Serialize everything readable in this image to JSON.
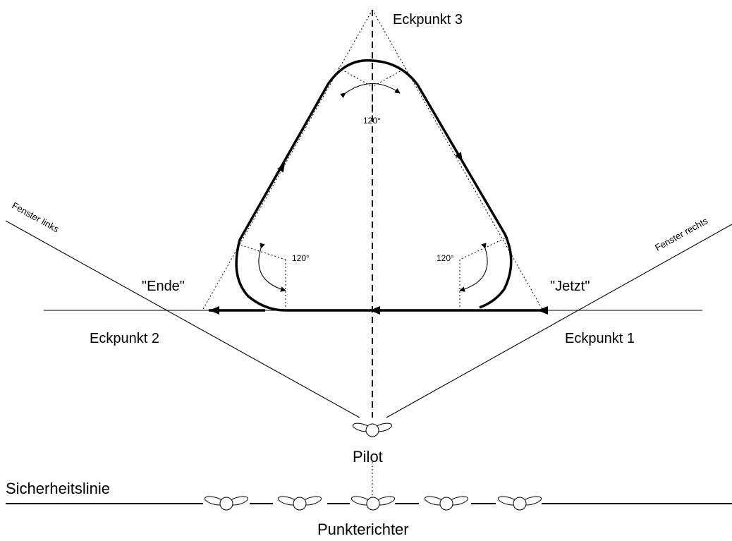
{
  "labels": {
    "corner3": "Eckpunkt 3",
    "corner2": "Eckpunkt 2",
    "corner1": "Eckpunkt 1",
    "window_left": "Fenster links",
    "window_right": "Fenster rechts",
    "end": "\"Ende\"",
    "now": "\"Jetzt\"",
    "angle_top": "120°",
    "angle_left": "120°",
    "angle_right": "120°",
    "pilot": "Pilot",
    "safety_line": "Sicherheitslinie",
    "judges": "Punkterichter"
  },
  "judge_count": 5
}
